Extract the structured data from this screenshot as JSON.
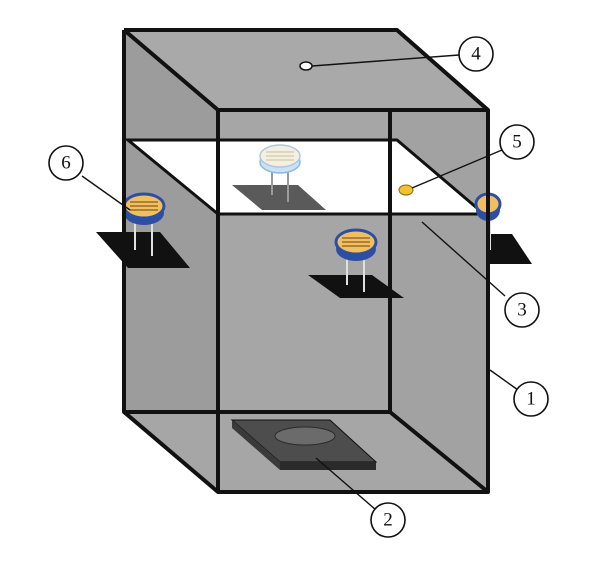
{
  "colors": {
    "box_fill": "#a6a6a6",
    "box_fill_dark": "#9a9a9a",
    "edge": "#111111",
    "shelf": "#ffffff",
    "base_plate": "#4d4d4d",
    "base_disc": "#6b6b6b",
    "sensor_body": "#f0c060",
    "sensor_rim": "#2d4fa3",
    "sensor_faded": "#b9d8f0",
    "led": "#f2c230"
  },
  "components": [
    {
      "id": "box",
      "icon": "cube-frame"
    },
    {
      "id": "light-sensor-left",
      "icon": "photoresistor"
    },
    {
      "id": "light-sensor-center",
      "icon": "photoresistor"
    },
    {
      "id": "light-sensor-right",
      "icon": "photoresistor"
    },
    {
      "id": "light-sensor-top",
      "icon": "photoresistor-faded"
    },
    {
      "id": "light-source",
      "icon": "led-dot"
    },
    {
      "id": "base-plate",
      "icon": "platform"
    },
    {
      "id": "top-aperture",
      "icon": "hole"
    }
  ],
  "callouts": [
    {
      "label": "1"
    },
    {
      "label": "2"
    },
    {
      "label": "3"
    },
    {
      "label": "4"
    },
    {
      "label": "5"
    },
    {
      "label": "6"
    }
  ]
}
